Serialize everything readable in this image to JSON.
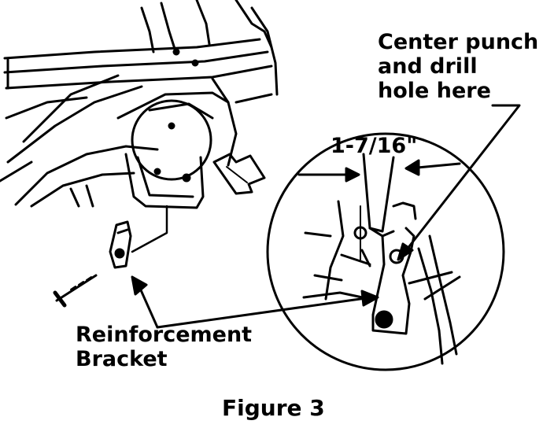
{
  "callouts": {
    "center_punch": [
      "Center punch",
      "and drill",
      "hole here"
    ],
    "dimension": "1-7/16\"",
    "reinforcement": [
      "Reinforcement",
      "Bracket"
    ]
  },
  "caption": "Figure 3",
  "colors": {
    "ink": "#000000",
    "paper": "#ffffff"
  }
}
